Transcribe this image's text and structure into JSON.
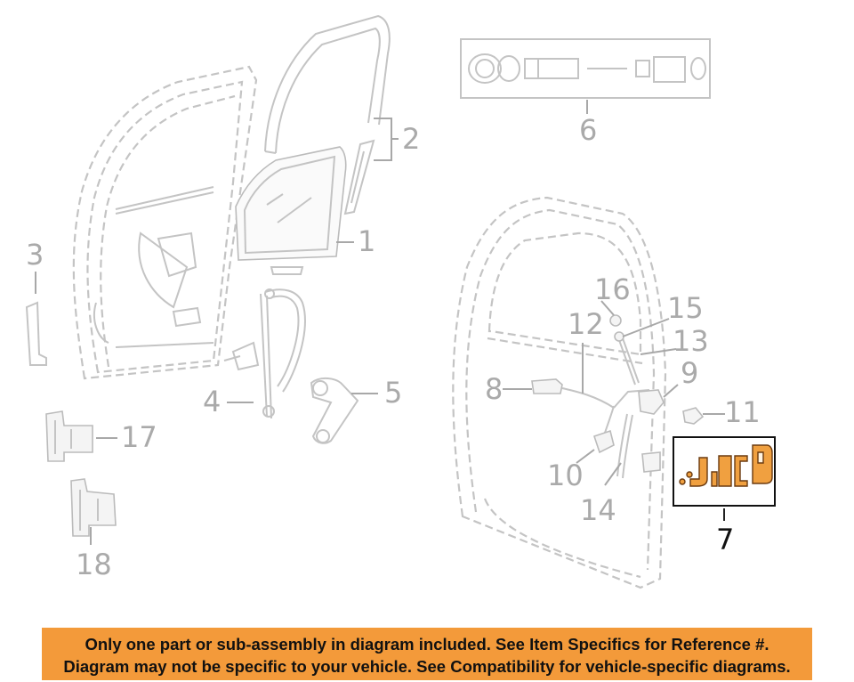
{
  "callouts": {
    "c1": "1",
    "c2": "2",
    "c3": "3",
    "c4": "4",
    "c5": "5",
    "c6": "6",
    "c7": "7",
    "c8": "8",
    "c9": "9",
    "c10": "10",
    "c11": "11",
    "c12": "12",
    "c13": "13",
    "c14": "14",
    "c15": "15",
    "c16": "16",
    "c17": "17",
    "c18": "18"
  },
  "highlighted_callout": "7",
  "notice": {
    "line1": "Only one part or sub-assembly in diagram included. See Item Specifics for Reference #.",
    "line2": "Diagram may not be specific to your vehicle. See Compatibility for vehicle-specific diagrams."
  },
  "colors": {
    "notice_background": "#f39a3a",
    "highlight_part": "#f0a040",
    "line_art": "#c4c4c4"
  }
}
